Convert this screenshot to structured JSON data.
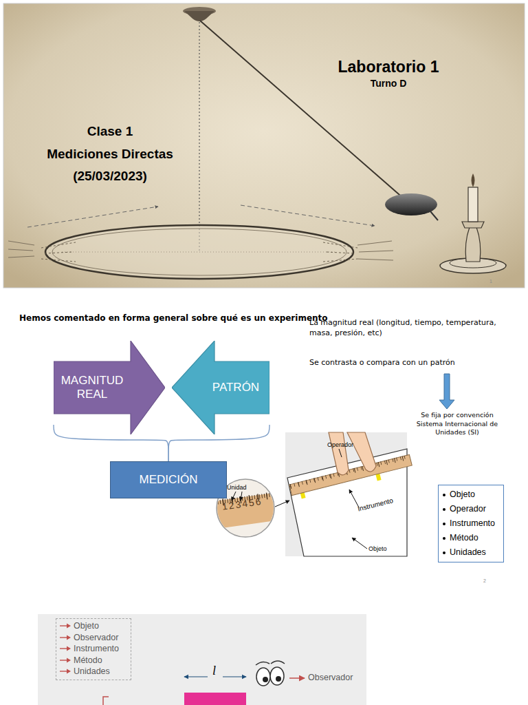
{
  "diagram": {
    "nodes": [
      {
        "text": [
          "MAGNITUD REAL"
        ]
      },
      {
        "text": [
          "PATRÓN"
        ]
      },
      {
        "text": [
          "MEDICIÓN"
        ]
      },
      {
        "text": [
          "Objeto",
          "Operador",
          "Instrumento",
          "Método",
          "Unidades"
        ]
      },
      {
        "text": [
          "Objeto",
          "Observador",
          "Instrumento",
          "Método",
          "Unidades"
        ]
      }
    ],
    "edges": [
      {
        "from": 0,
        "to": 2,
        "arrow": "none"
      },
      {
        "from": 1,
        "to": 2,
        "arrow": "none"
      }
    ],
    "labels": [
      "Laboratorio 1",
      "Turno D",
      "Clase 1",
      "Mediciones Directas",
      "(25/03/2023)",
      "1",
      "Hemos comentado en forma general sobre qué es un experimento",
      "La magnitud real (longitud, tiempo, temperatura, masa, presión, etc)",
      "Se contrasta o compara con un patrón",
      "Se fija por convención",
      "Sistema Internacional de Unidades (SI)",
      "Operador",
      "Instrumento",
      "Objeto",
      "Unidad",
      "123456",
      "2",
      "Observador",
      "l"
    ]
  }
}
